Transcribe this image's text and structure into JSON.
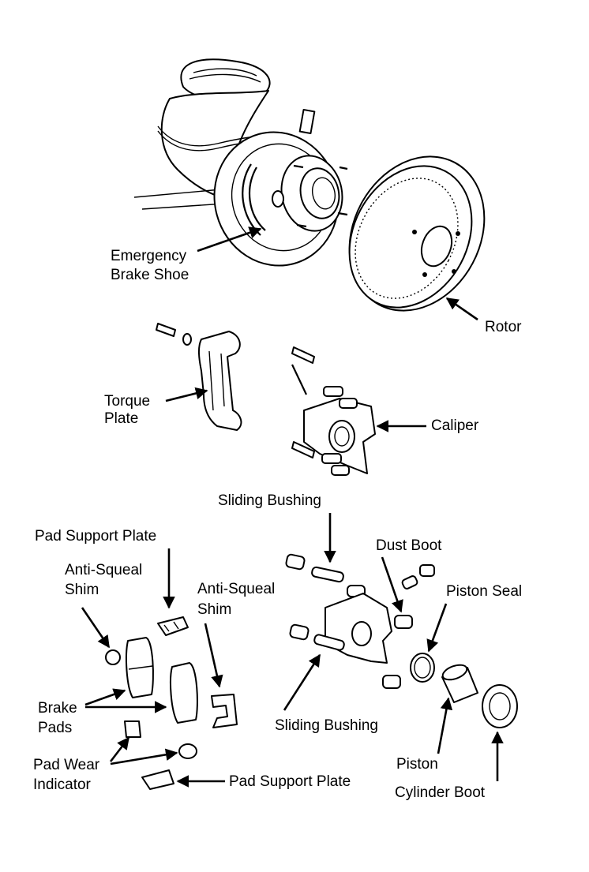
{
  "labels": {
    "emergency_brake_shoe": [
      "Emergency",
      "Brake Shoe"
    ],
    "rotor": "Rotor",
    "torque_plate": [
      "Torque",
      "Plate"
    ],
    "caliper": "Caliper",
    "sliding_bushing_top": "Sliding Bushing",
    "pad_support_plate_top": "Pad Support Plate",
    "anti_squeal_shim_left": [
      "Anti-Squeal",
      "Shim"
    ],
    "anti_squeal_shim_right": [
      "Anti-Squeal",
      "Shim"
    ],
    "dust_boot": "Dust Boot",
    "piston_seal": "Piston Seal",
    "brake_pads": [
      "Brake",
      "Pads"
    ],
    "sliding_bushing_bottom": "Sliding Bushing",
    "pad_wear_indicator": [
      "Pad Wear",
      "Indicator"
    ],
    "piston": "Piston",
    "pad_support_plate_bottom": "Pad Support Plate",
    "cylinder_boot": "Cylinder Boot"
  }
}
